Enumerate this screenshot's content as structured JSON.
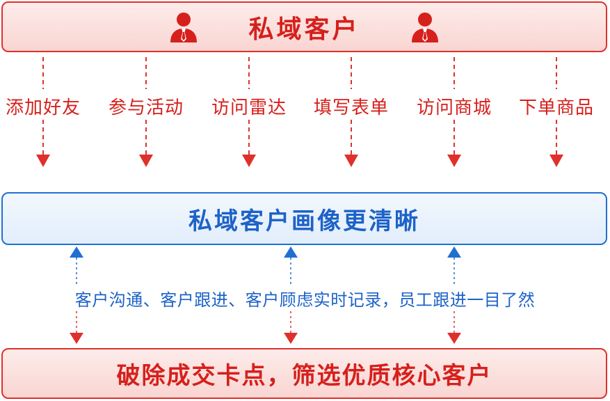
{
  "top_box": {
    "title": "私域客户",
    "icon": "person-icon"
  },
  "actions": [
    "添加好友",
    "参与活动",
    "访问雷达",
    "填写表单",
    "访问商城",
    "下单商品"
  ],
  "middle_box": {
    "title": "私域客户画像更清晰"
  },
  "details": "客户沟通、客户跟进、客户顾虑实时记录，员工跟进一目了然",
  "bottom_box": {
    "title": "破除成交卡点，筛选优质核心客户"
  },
  "colors": {
    "red": "#e0302c",
    "blue": "#1f6fd1"
  }
}
